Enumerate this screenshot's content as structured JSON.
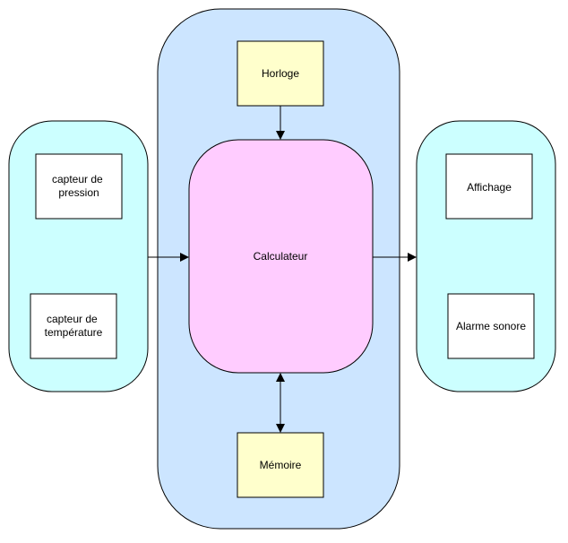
{
  "colors": {
    "central_panel": "#cce5ff",
    "side_panel": "#ccffff",
    "calculator": "#ffccff",
    "yellow_box": "#ffffcc",
    "white_box": "#ffffff",
    "stroke": "#000000"
  },
  "nodes": {
    "horloge": "Horloge",
    "calculateur": "Calculateur",
    "memoire": "Mémoire",
    "capteur_pression": [
      "capteur de",
      "pression"
    ],
    "capteur_temperature": [
      "capteur de",
      "température"
    ],
    "affichage": "Affichage",
    "alarme": "Alarme sonore"
  }
}
